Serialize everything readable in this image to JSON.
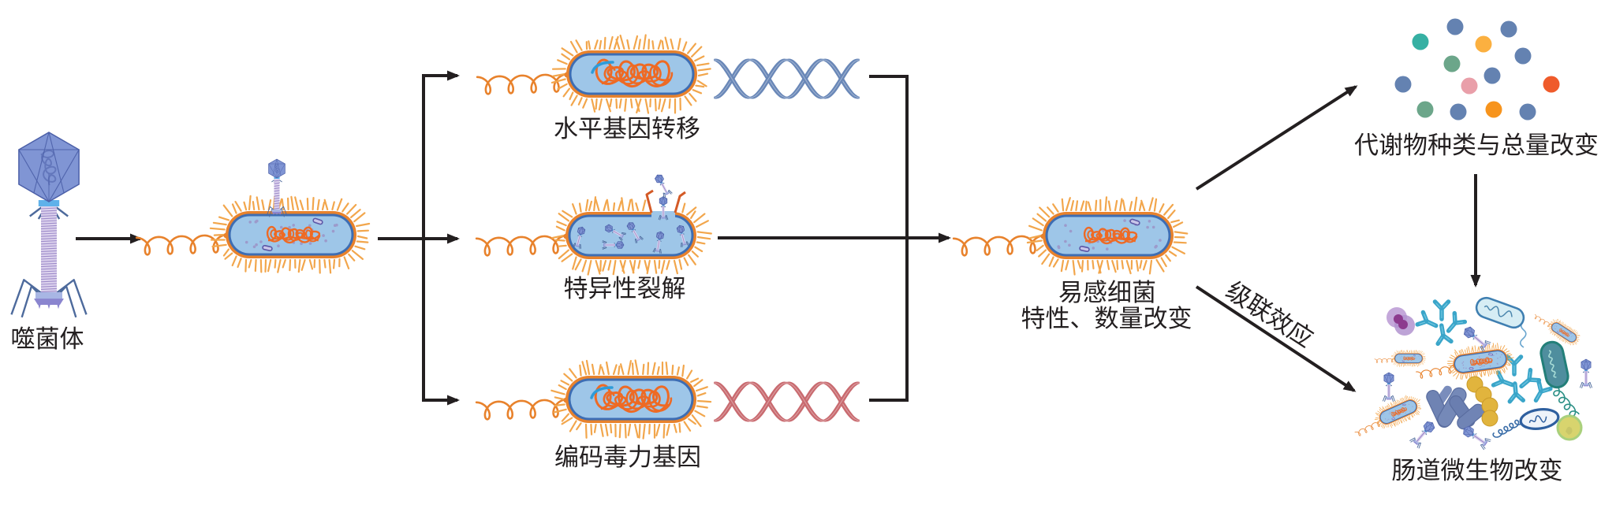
{
  "nodes": {
    "phage": {
      "label": "噬菌体",
      "icon": "bacteriophage-icon"
    },
    "host_bacterium": {
      "icon": "phage-infected-bacterium-icon"
    },
    "horizontal_gene_transfer": {
      "label": "水平基因转移",
      "icon": "bacterium-with-dna-helix-icon"
    },
    "specific_lysis": {
      "label": "特异性裂解",
      "icon": "lysing-bacterium-icon"
    },
    "virulence_genes": {
      "label": "编码毒力基因",
      "icon": "bacterium-with-virulence-dna-icon"
    },
    "susceptible_bacteria": {
      "label_line1": "易感细菌",
      "label_line2": "特性、数量改变",
      "icon": "bacterium-icon"
    },
    "metabolites": {
      "label": "代谢物种类与总量改变",
      "icon": "metabolite-dots-icon",
      "dot_colors": [
        "#6482b1",
        "#6482b1",
        "#36b0a3",
        "#fbb040",
        "#6482b1",
        "#6ca68a",
        "#6482b1",
        "#6482b1",
        "#e99fa9",
        "#ef5b2b",
        "#6ca68a",
        "#6482b1",
        "#f7941d",
        "#6482b1"
      ]
    },
    "gut_microbiota": {
      "label": "肠道微生物改变",
      "icon": "microbial-community-icon"
    }
  },
  "edges": [
    {
      "from": "phage",
      "to": "host_bacterium",
      "label": ""
    },
    {
      "from": "host_bacterium",
      "to": "horizontal_gene_transfer",
      "label": ""
    },
    {
      "from": "host_bacterium",
      "to": "specific_lysis",
      "label": ""
    },
    {
      "from": "host_bacterium",
      "to": "virulence_genes",
      "label": ""
    },
    {
      "from": "horizontal_gene_transfer",
      "to": "susceptible_bacteria",
      "label": ""
    },
    {
      "from": "specific_lysis",
      "to": "susceptible_bacteria",
      "label": ""
    },
    {
      "from": "virulence_genes",
      "to": "susceptible_bacteria",
      "label": ""
    },
    {
      "from": "susceptible_bacteria",
      "to": "metabolites",
      "label": ""
    },
    {
      "from": "susceptible_bacteria",
      "to": "gut_microbiota",
      "label": "级联效应"
    },
    {
      "from": "metabolites",
      "to": "gut_microbiota",
      "label": ""
    }
  ],
  "colors": {
    "arrow": "#231f20",
    "text": "#231f20",
    "cell_fill": "#9ec6e8",
    "cell_membrane": "#3d6db3",
    "cell_wall": "#e8822c",
    "pili": "#f2a64c",
    "nucleoid": "#ee6a24",
    "plasmid": "#5c57a6",
    "plasmid_blue": "#2e9bd8",
    "cytoplasm_dots": "#9c9acb",
    "lysis_flap": "#d45a26",
    "phage_head": "#8095d4",
    "phage_edge": "#4b5fa8",
    "phage_tail": "#ddd3ee",
    "phage_tail_stripe": "#9d8bc9",
    "phage_collar": "#5fb1ea",
    "phage_base": "#a8b6e4",
    "phage_base_dark": "#8a85cf",
    "phage_leg": "#4d6a9c",
    "dna_hgt": "#6a88b8",
    "dna_virulence": "#c96b70",
    "antibody": "#3aa5c9",
    "teal_tail": "#2a8f85",
    "vibrio_tail": "#3a6da8"
  }
}
